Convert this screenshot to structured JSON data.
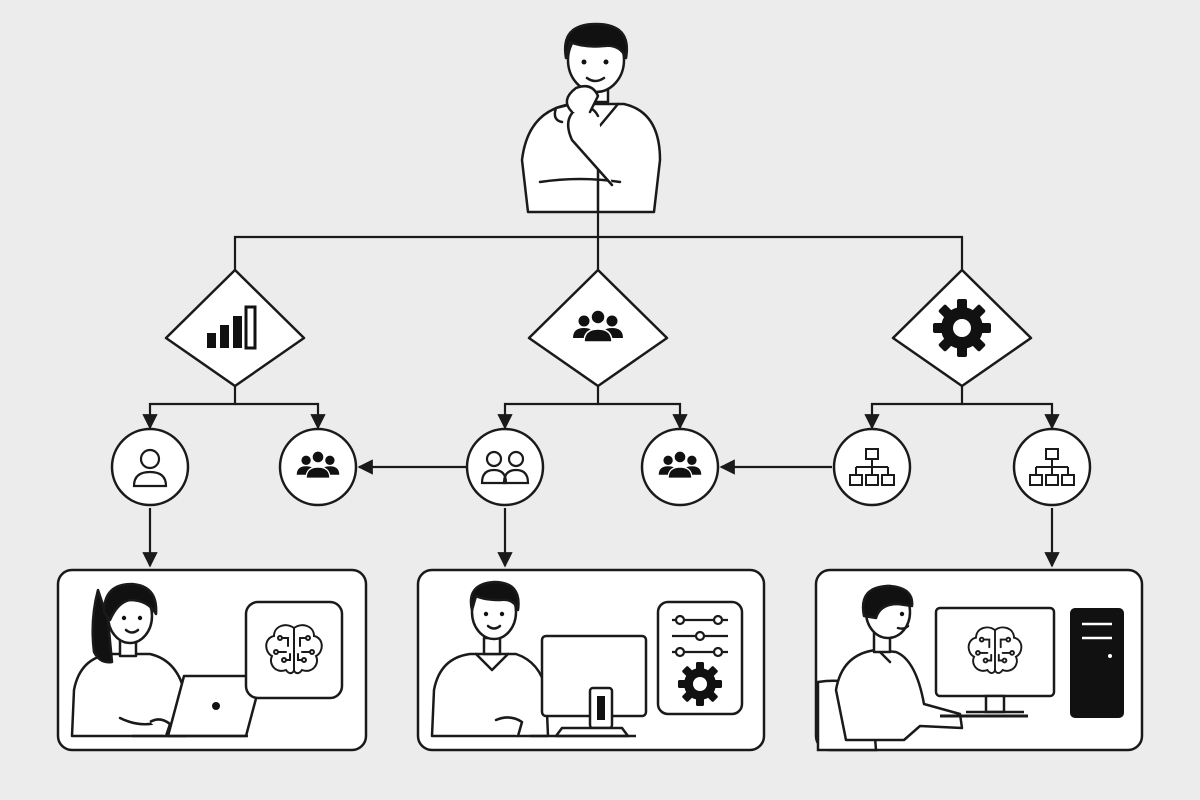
{
  "colors": {
    "background": "#ececec",
    "stroke": "#1a1a1a",
    "fill": "#ffffff",
    "dark": "#111111",
    "skin": "#ffffff"
  },
  "diagram": {
    "root": {
      "name": "decision-maker",
      "icon": "thinking-person-icon"
    },
    "categories": [
      {
        "name": "analytics",
        "icon": "bar-chart-icon"
      },
      {
        "name": "teams",
        "icon": "group-icon"
      },
      {
        "name": "operations",
        "icon": "gear-icon"
      }
    ],
    "subnodes": [
      {
        "name": "individual",
        "icon": "person-icon"
      },
      {
        "name": "group-a",
        "icon": "group-icon"
      },
      {
        "name": "pair",
        "icon": "two-people-icon"
      },
      {
        "name": "group-b",
        "icon": "group-icon"
      },
      {
        "name": "network-a",
        "icon": "network-icon"
      },
      {
        "name": "network-b",
        "icon": "network-icon"
      }
    ],
    "workstations": [
      {
        "name": "ai-analyst",
        "person": "woman-icon",
        "device": "laptop-icon",
        "tool": "ai-brain-icon"
      },
      {
        "name": "config-engineer",
        "person": "man-icon",
        "device": "monitor-icon",
        "tool": "settings-sliders-icon"
      },
      {
        "name": "ai-developer",
        "person": "man-side-icon",
        "device": "monitor-brain-icon",
        "tool": "server-tower-icon"
      }
    ]
  }
}
